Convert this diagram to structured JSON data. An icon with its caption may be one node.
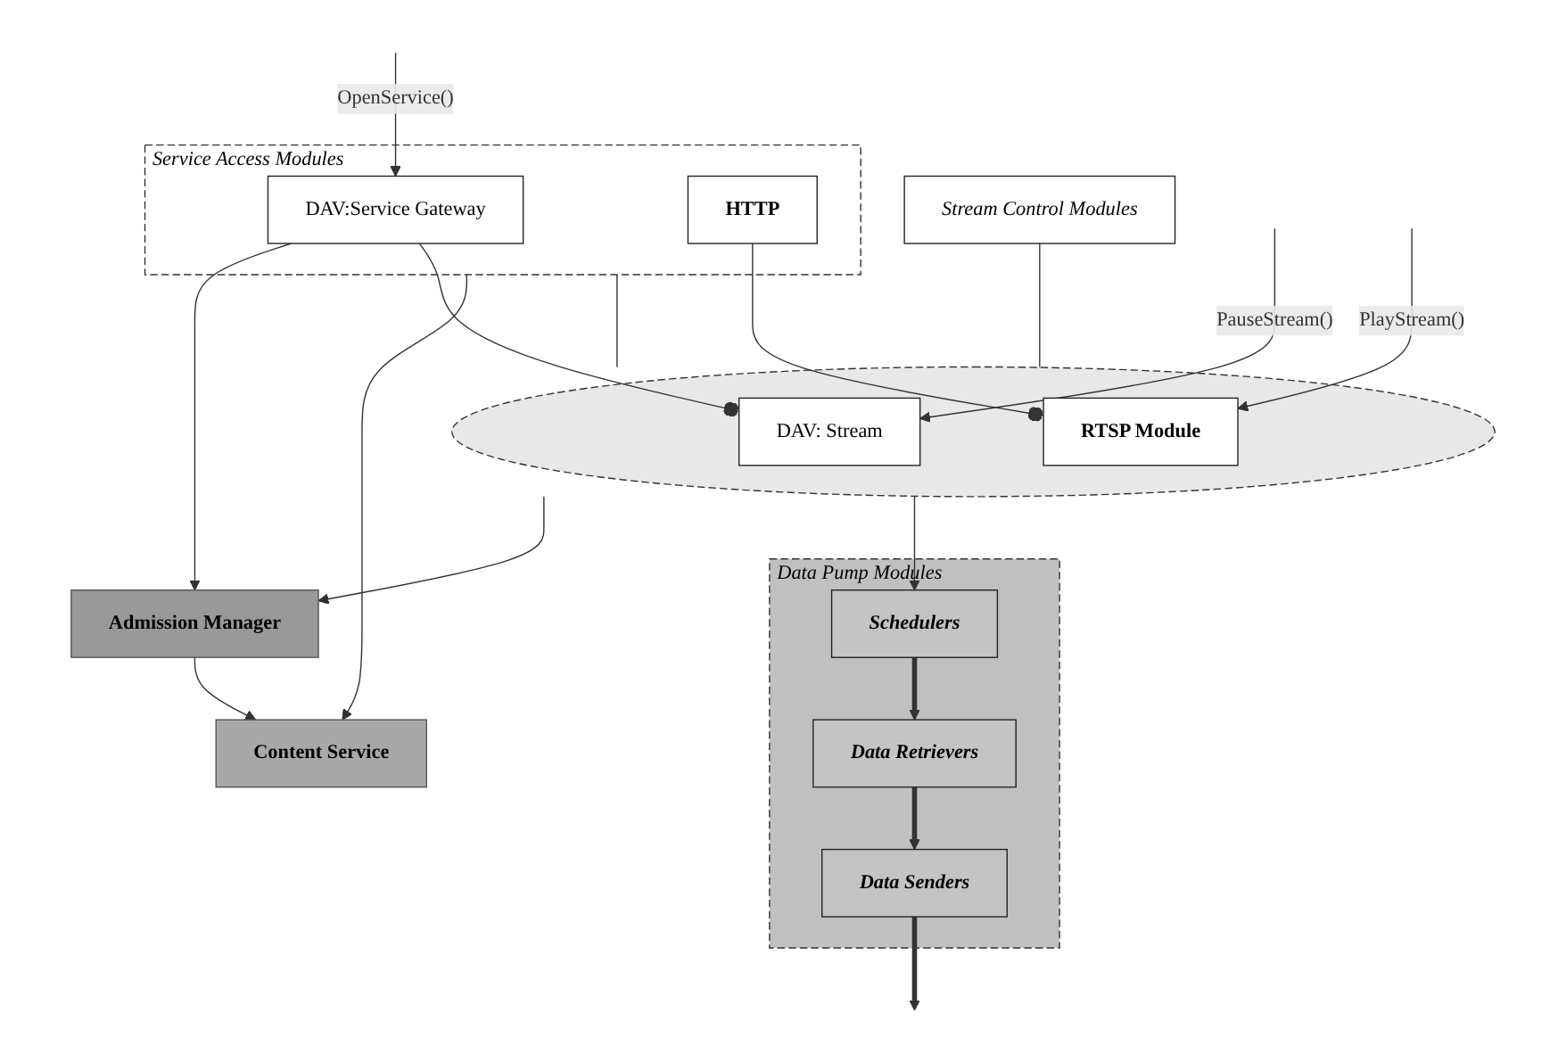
{
  "diagram": {
    "nodes": [
      {
        "text": [
          "Content Service"
        ]
      },
      {
        "text": [
          "Admission Manager"
        ]
      },
      {
        "text": [
          "Service Access Modules"
        ]
      },
      {
        "text": [
          "DAV:Service Gateway"
        ],
        "in": 2
      },
      {
        "text": [
          "HTTP"
        ],
        "in": 2
      },
      {
        "text": [
          "Data Pump Modules"
        ]
      },
      {
        "text": [
          "Schedulers"
        ],
        "in": 5
      },
      {
        "text": [
          "Data Retrievers"
        ],
        "in": 5
      },
      {
        "text": [
          "Data Senders"
        ],
        "in": 5
      },
      {
        "text": [],
        "shape": "ellipse"
      },
      {
        "text": [
          "DAV: Stream"
        ],
        "in": 9
      },
      {
        "text": [
          "RTSP Module"
        ],
        "in": 9
      },
      {
        "text": [
          "Stream Control Modules"
        ]
      }
    ],
    "edges": [
      {
        "from": 1,
        "to": 0,
        "arrow": "to"
      },
      {
        "from": 2,
        "to": 0,
        "arrow": "to"
      },
      {
        "from": 3,
        "to": 1,
        "arrow": "to"
      },
      {
        "from": 9,
        "to": 1,
        "arrow": "to"
      },
      {
        "from": 9,
        "to": 6,
        "arrow": "to"
      },
      {
        "from": 6,
        "to": 7,
        "arrow": "to",
        "style": "thick"
      },
      {
        "from": 7,
        "to": 8,
        "arrow": "to",
        "style": "thick"
      },
      {
        "from": 8,
        "to": null,
        "arrow": "to",
        "style": "thick",
        "color": "#333333"
      },
      {
        "from": 2,
        "to": 9,
        "arrow": "none"
      },
      {
        "from": 3,
        "to": 10,
        "arrow": "other"
      },
      {
        "from": 4,
        "to": 11,
        "arrow": "other"
      },
      {
        "from": null,
        "to": 3,
        "arrow": "to",
        "label": "OpenService()"
      },
      {
        "from": null,
        "to": 10,
        "arrow": "to",
        "label": "PauseStream()"
      },
      {
        "from": null,
        "to": 11,
        "arrow": "to",
        "label": "PlayStream()"
      },
      {
        "from": 12,
        "to": 9,
        "arrow": "none"
      }
    ]
  }
}
